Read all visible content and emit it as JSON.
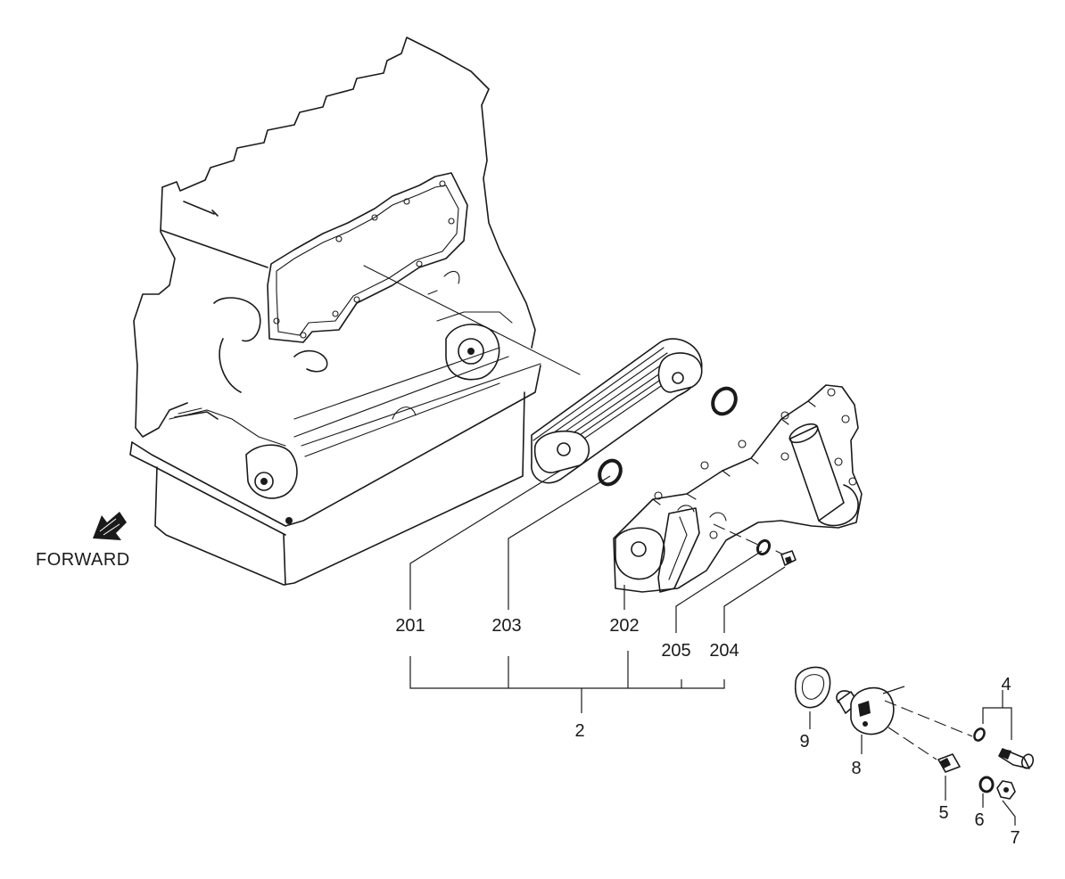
{
  "diagram": {
    "direction_label": "FORWARD",
    "callouts": {
      "p201": "201",
      "p203": "203",
      "p202": "202",
      "p205": "205",
      "p204": "204",
      "p2": "2",
      "p4": "4",
      "p9": "9",
      "p8": "8",
      "p5": "5",
      "p6": "6",
      "p7": "7"
    }
  }
}
